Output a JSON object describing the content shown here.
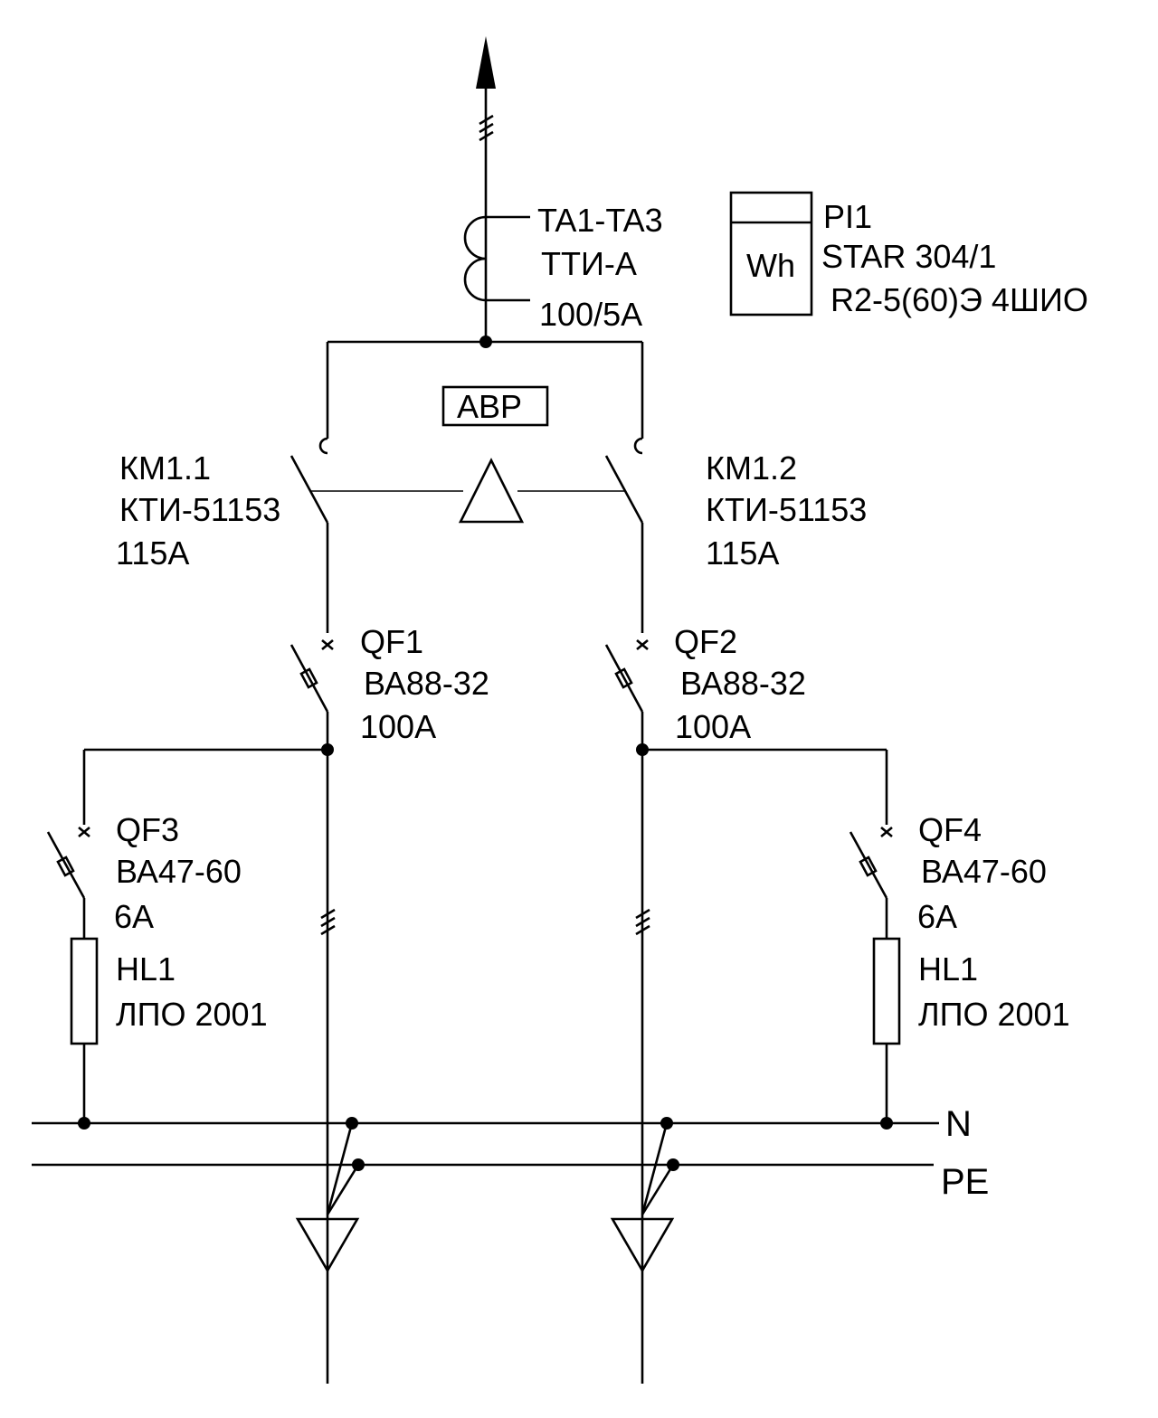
{
  "transformer": {
    "designation": "TA1-TA3",
    "type": "ТТИ-А",
    "ratio": "100/5A"
  },
  "meter": {
    "designation": "PI1",
    "type": "STAR 304/1",
    "spec": "R2-5(60)Э 4ШИО",
    "symbol": "Wh"
  },
  "avr_label": "АВР",
  "contactors": [
    {
      "designation": "КМ1.1",
      "type": "КТИ-51153",
      "rating": "115A"
    },
    {
      "designation": "КМ1.2",
      "type": "КТИ-51153",
      "rating": "115A"
    }
  ],
  "main_breakers": [
    {
      "designation": "QF1",
      "type": "ВА88-32",
      "rating": "100A"
    },
    {
      "designation": "QF2",
      "type": "ВА88-32",
      "rating": "100A"
    }
  ],
  "branch_breakers": [
    {
      "designation": "QF3",
      "type": "ВА47-60",
      "rating": "6A"
    },
    {
      "designation": "QF4",
      "type": "ВА47-60",
      "rating": "6A"
    }
  ],
  "lamps": [
    {
      "designation": "HL1",
      "type": "ЛПО 2001"
    },
    {
      "designation": "HL1",
      "type": "ЛПО 2001"
    }
  ],
  "bus_labels": {
    "neutral": "N",
    "protective": "PE"
  }
}
